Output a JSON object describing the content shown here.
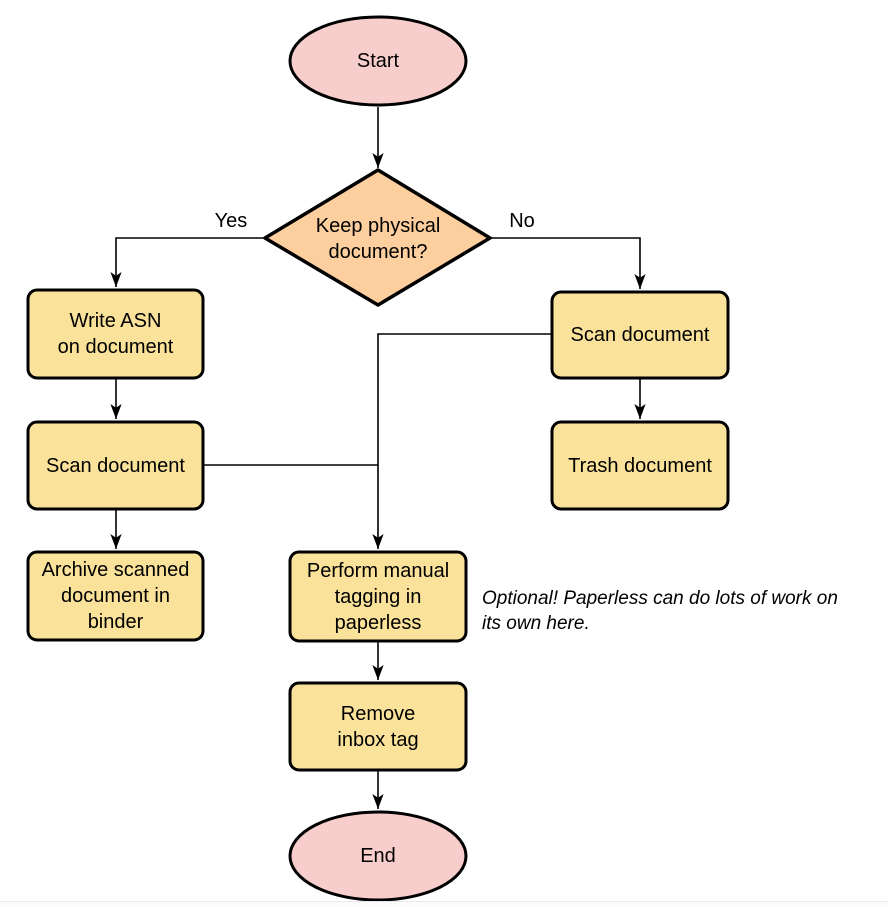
{
  "diagram": {
    "colors": {
      "terminal_fill": "#f8cecc",
      "decision_fill": "#fdcf9e",
      "process_fill": "#fae29a",
      "stroke": "#000000"
    },
    "nodes": {
      "start": {
        "label": "Start"
      },
      "decision": {
        "label": "Keep physical\ndocument?"
      },
      "write_asn": {
        "label": "Write ASN\non document"
      },
      "scan_left": {
        "label": "Scan document"
      },
      "archive": {
        "label": "Archive scanned\ndocument in\nbinder"
      },
      "scan_right": {
        "label": "Scan document"
      },
      "trash": {
        "label": "Trash document"
      },
      "perform_tagging": {
        "label": "Perform manual\ntagging in\npaperless"
      },
      "remove_inbox": {
        "label": "Remove\ninbox tag"
      },
      "end": {
        "label": "End"
      }
    },
    "edge_labels": {
      "yes": "Yes",
      "no": "No"
    },
    "annotation": "Optional! Paperless can do lots of work on\nits own here."
  }
}
